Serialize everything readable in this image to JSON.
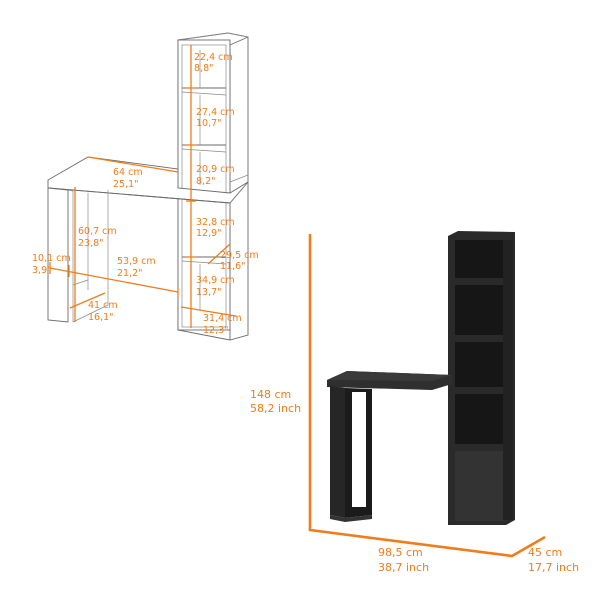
{
  "accent_color": "#f07c1b",
  "furniture_color": "#2a2a2a",
  "sketch": {
    "dims": [
      {
        "cm": "22,4 cm",
        "in": "8,8\""
      },
      {
        "cm": "27,4 cm",
        "in": "10,7\""
      },
      {
        "cm": "20,9 cm",
        "in": "8,2\""
      },
      {
        "cm": "64 cm",
        "in": "25,1\""
      },
      {
        "cm": "60,7 cm",
        "in": "23,8\""
      },
      {
        "cm": "10,1 cm",
        "in": "3,9\""
      },
      {
        "cm": "53,9 cm",
        "in": "21,2\""
      },
      {
        "cm": "32,8 cm",
        "in": "12,9\""
      },
      {
        "cm": "29,5 cm",
        "in": "11,6\""
      },
      {
        "cm": "34,9 cm",
        "in": "13,7\""
      },
      {
        "cm": "41 cm",
        "in": "16,1\""
      },
      {
        "cm": "31,4 cm",
        "in": "12,3\""
      }
    ]
  },
  "overall": {
    "height": {
      "cm": "148 cm",
      "in": "58,2 inch"
    },
    "width": {
      "cm": "98,5 cm",
      "in": "38,7 inch"
    },
    "depth": {
      "cm": "45 cm",
      "in": "17,7 inch"
    }
  }
}
